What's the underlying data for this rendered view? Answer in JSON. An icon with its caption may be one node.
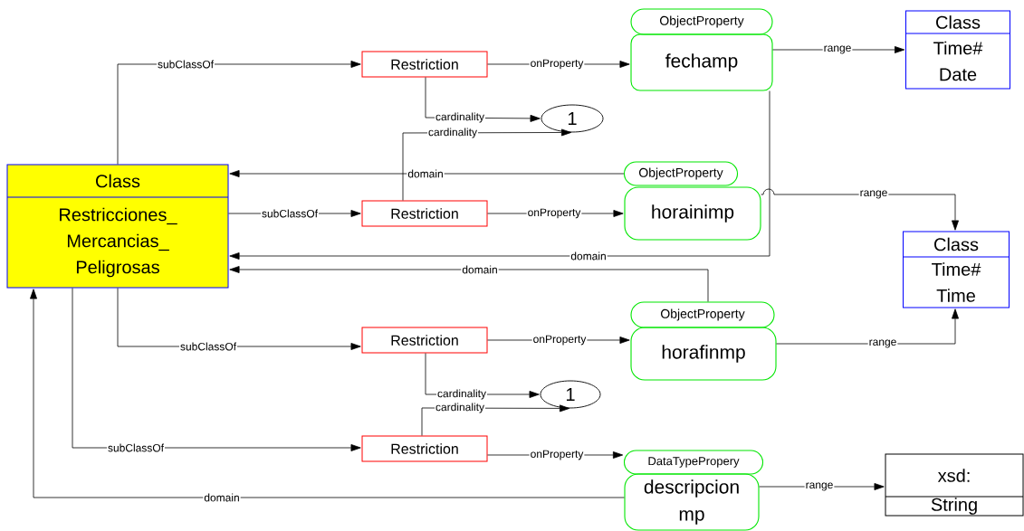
{
  "diagram": {
    "nodes": [
      {
        "text": [
          "Class",
          "Restricciones_ Mercancias_ Peligrosas"
        ]
      },
      {
        "text": [
          "Restriction"
        ]
      },
      {
        "text": [
          "ObjectProperty",
          "fechamp"
        ]
      },
      {
        "text": [
          "Class",
          "Time# Date"
        ]
      },
      {
        "text": [
          "1"
        ]
      },
      {
        "text": [
          "Restriction"
        ]
      },
      {
        "text": [
          "ObjectProperty",
          "horainimp"
        ]
      },
      {
        "text": [
          "Class",
          "Time# Time"
        ]
      },
      {
        "text": [
          "Restriction"
        ]
      },
      {
        "text": [
          "ObjectProperty",
          "horafinmp"
        ]
      },
      {
        "text": [
          "1"
        ]
      },
      {
        "text": [
          "Restriction"
        ]
      },
      {
        "text": [
          "DataTypePropery",
          "descripcion mp"
        ]
      },
      {
        "text": [
          "xsd:",
          "String"
        ]
      }
    ],
    "edges": [
      {
        "from": 0,
        "to": 1,
        "arrow": "to",
        "label": "subClassOf"
      },
      {
        "from": 1,
        "to": 2,
        "arrow": "to",
        "label": "onProperty"
      },
      {
        "from": 2,
        "to": 3,
        "arrow": "to",
        "label": "range"
      },
      {
        "from": 1,
        "to": 4,
        "arrow": "to",
        "label": "cardinality"
      },
      {
        "from": 5,
        "to": 4,
        "arrow": "to",
        "label": "cardinality"
      },
      {
        "from": 6,
        "to": 0,
        "arrow": "to",
        "label": "domain"
      },
      {
        "from": 0,
        "to": 5,
        "arrow": "to",
        "label": "subClassOf"
      },
      {
        "from": 5,
        "to": 6,
        "arrow": "to",
        "label": "onProperty"
      },
      {
        "from": 6,
        "to": 7,
        "arrow": "to",
        "label": "range"
      },
      {
        "from": 2,
        "to": 0,
        "arrow": "to",
        "label": "domain"
      },
      {
        "from": 9,
        "to": 0,
        "arrow": "to",
        "label": "domain"
      },
      {
        "from": 0,
        "to": 8,
        "arrow": "to",
        "label": "subClassOf"
      },
      {
        "from": 8,
        "to": 9,
        "arrow": "to",
        "label": "onProperty"
      },
      {
        "from": 9,
        "to": 7,
        "arrow": "to",
        "label": "range"
      },
      {
        "from": 8,
        "to": 10,
        "arrow": "to",
        "label": "cardinality"
      },
      {
        "from": 11,
        "to": 10,
        "arrow": "to",
        "label": "cardinality"
      },
      {
        "from": 0,
        "to": 11,
        "arrow": "to",
        "label": "subClassOf"
      },
      {
        "from": 11,
        "to": 12,
        "arrow": "to",
        "label": "onProperty"
      },
      {
        "from": 12,
        "to": 0,
        "arrow": "to",
        "label": "domain"
      },
      {
        "from": 12,
        "to": 13,
        "arrow": "to",
        "label": "range"
      }
    ]
  }
}
